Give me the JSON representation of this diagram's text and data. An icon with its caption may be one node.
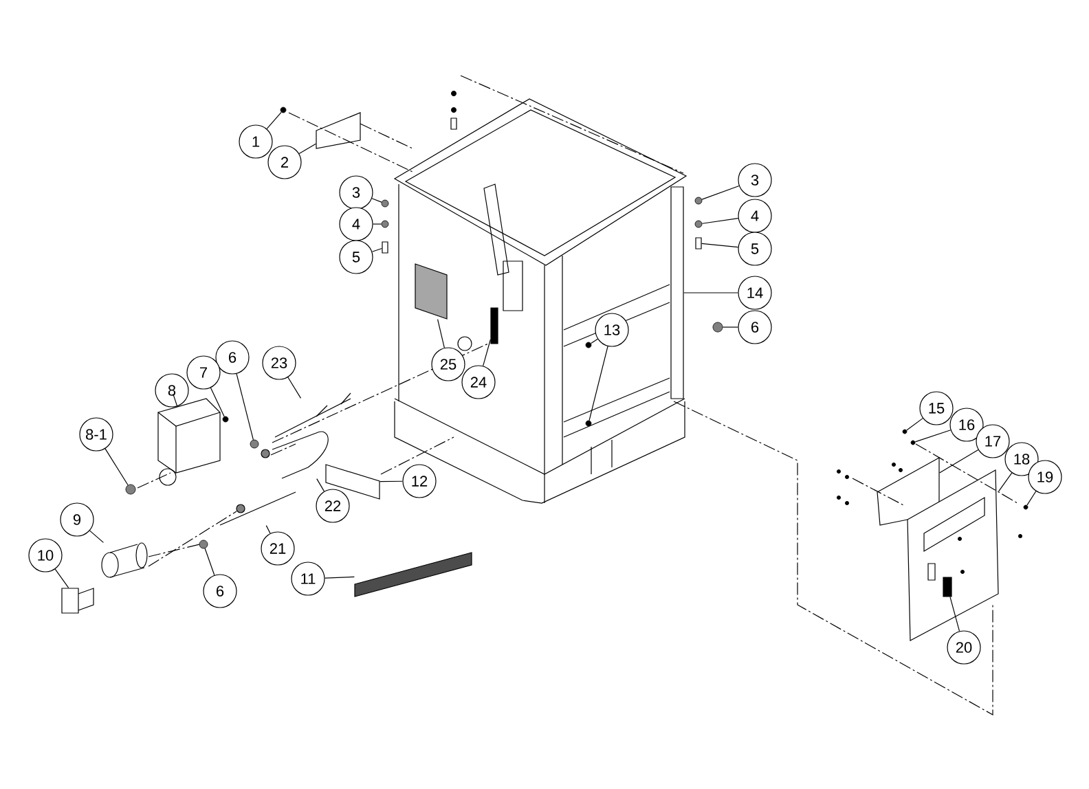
{
  "diagram": {
    "nodes": [
      {
        "text": [
          "1"
        ]
      },
      {
        "text": [
          "2"
        ]
      },
      {
        "text": [
          "3"
        ]
      },
      {
        "text": [
          "3"
        ]
      },
      {
        "text": [
          "4"
        ]
      },
      {
        "text": [
          "4"
        ]
      },
      {
        "text": [
          "5"
        ]
      },
      {
        "text": [
          "5"
        ]
      },
      {
        "text": [
          "14"
        ]
      },
      {
        "text": [
          "6"
        ]
      },
      {
        "text": [
          "13"
        ]
      },
      {
        "text": [
          "25"
        ]
      },
      {
        "text": [
          "6"
        ]
      },
      {
        "text": [
          "7"
        ]
      },
      {
        "text": [
          "23"
        ]
      },
      {
        "text": [
          "24"
        ]
      },
      {
        "text": [
          "8"
        ]
      },
      {
        "text": [
          "15"
        ]
      },
      {
        "text": [
          "16"
        ]
      },
      {
        "text": [
          "8-1"
        ]
      },
      {
        "text": [
          "17"
        ]
      },
      {
        "text": [
          "18"
        ]
      },
      {
        "text": [
          "19"
        ]
      },
      {
        "text": [
          "12"
        ]
      },
      {
        "text": [
          "22"
        ]
      },
      {
        "text": [
          "21"
        ]
      },
      {
        "text": [
          "9"
        ]
      },
      {
        "text": [
          "10"
        ]
      },
      {
        "text": [
          "6"
        ]
      },
      {
        "text": [
          "11"
        ]
      },
      {
        "text": [
          "20"
        ]
      },
      {
        "text": [],
        "shape": "circle"
      },
      {
        "text": [],
        "shape": "box"
      },
      {
        "text": [],
        "shape": "circle"
      },
      {
        "text": [],
        "shape": "circle"
      },
      {
        "text": [],
        "shape": "circle"
      },
      {
        "text": [],
        "shape": "circle"
      },
      {
        "text": [],
        "shape": "bar"
      },
      {
        "text": [],
        "shape": "bar"
      },
      {
        "text": [],
        "shape": "bar"
      },
      {
        "text": [],
        "shape": "circle"
      },
      {
        "text": [],
        "shape": "circle"
      },
      {
        "text": [],
        "shape": "circle"
      },
      {
        "text": [],
        "shape": "box"
      },
      {
        "text": [],
        "shape": "circle"
      },
      {
        "text": [],
        "shape": "circle"
      },
      {
        "text": [],
        "shape": "picture"
      },
      {
        "text": [],
        "shape": "bar"
      },
      {
        "text": [],
        "shape": "picture"
      },
      {
        "text": [],
        "shape": "circle"
      },
      {
        "text": [],
        "shape": "circle"
      },
      {
        "text": [],
        "shape": "circle"
      },
      {
        "text": [],
        "shape": "picture"
      },
      {
        "text": [],
        "shape": "picture"
      },
      {
        "text": [],
        "shape": "circle"
      },
      {
        "text": [],
        "shape": "box"
      },
      {
        "text": [],
        "shape": "picture"
      },
      {
        "text": [],
        "shape": "picture"
      },
      {
        "text": [],
        "shape": "picture"
      },
      {
        "text": [],
        "shape": "box"
      },
      {
        "text": [],
        "shape": "circle"
      },
      {
        "text": [],
        "shape": "box"
      },
      {
        "text": [],
        "shape": "bar",
        "in": 53
      }
    ],
    "edges": [
      {
        "from": 0,
        "to": 31,
        "arrow": "none"
      },
      {
        "from": 1,
        "to": 32,
        "arrow": "none"
      },
      {
        "from": 2,
        "to": 33,
        "arrow": "none"
      },
      {
        "from": 3,
        "to": 34,
        "arrow": "none"
      },
      {
        "from": 4,
        "to": 35,
        "arrow": "none"
      },
      {
        "from": 5,
        "to": 36,
        "arrow": "none"
      },
      {
        "from": 6,
        "to": 37,
        "arrow": "none"
      },
      {
        "from": 7,
        "to": 38,
        "arrow": "none"
      },
      {
        "from": 8,
        "to": 39,
        "arrow": "none"
      },
      {
        "from": 9,
        "to": 40,
        "arrow": "none"
      },
      {
        "from": 10,
        "to": 41,
        "arrow": "none"
      },
      {
        "from": 10,
        "to": 42,
        "arrow": "none"
      },
      {
        "from": 11,
        "to": 43,
        "arrow": "none"
      },
      {
        "from": 12,
        "to": 44,
        "arrow": "none"
      },
      {
        "from": 13,
        "to": 45,
        "arrow": "none"
      },
      {
        "from": 14,
        "to": 46,
        "arrow": "none"
      },
      {
        "from": 15,
        "to": 47,
        "arrow": "none"
      },
      {
        "from": 16,
        "to": 48,
        "arrow": "none"
      },
      {
        "from": 17,
        "to": 49,
        "arrow": "none"
      },
      {
        "from": 18,
        "to": 50,
        "arrow": "none"
      },
      {
        "from": 19,
        "to": 51,
        "arrow": "none"
      },
      {
        "from": 20,
        "to": 52,
        "arrow": "none"
      },
      {
        "from": 21,
        "to": 53,
        "arrow": "none"
      },
      {
        "from": 22,
        "to": 54,
        "arrow": "none"
      },
      {
        "from": 23,
        "to": 55,
        "arrow": "none"
      },
      {
        "from": 24,
        "to": 56,
        "arrow": "none"
      },
      {
        "from": 25,
        "to": 57,
        "arrow": "none"
      },
      {
        "from": 26,
        "to": 58,
        "arrow": "none"
      },
      {
        "from": 27,
        "to": 59,
        "arrow": "none"
      },
      {
        "from": 28,
        "to": 60,
        "arrow": "none"
      },
      {
        "from": 29,
        "to": 61,
        "arrow": "none"
      },
      {
        "from": 30,
        "to": 62,
        "arrow": "none"
      }
    ]
  }
}
